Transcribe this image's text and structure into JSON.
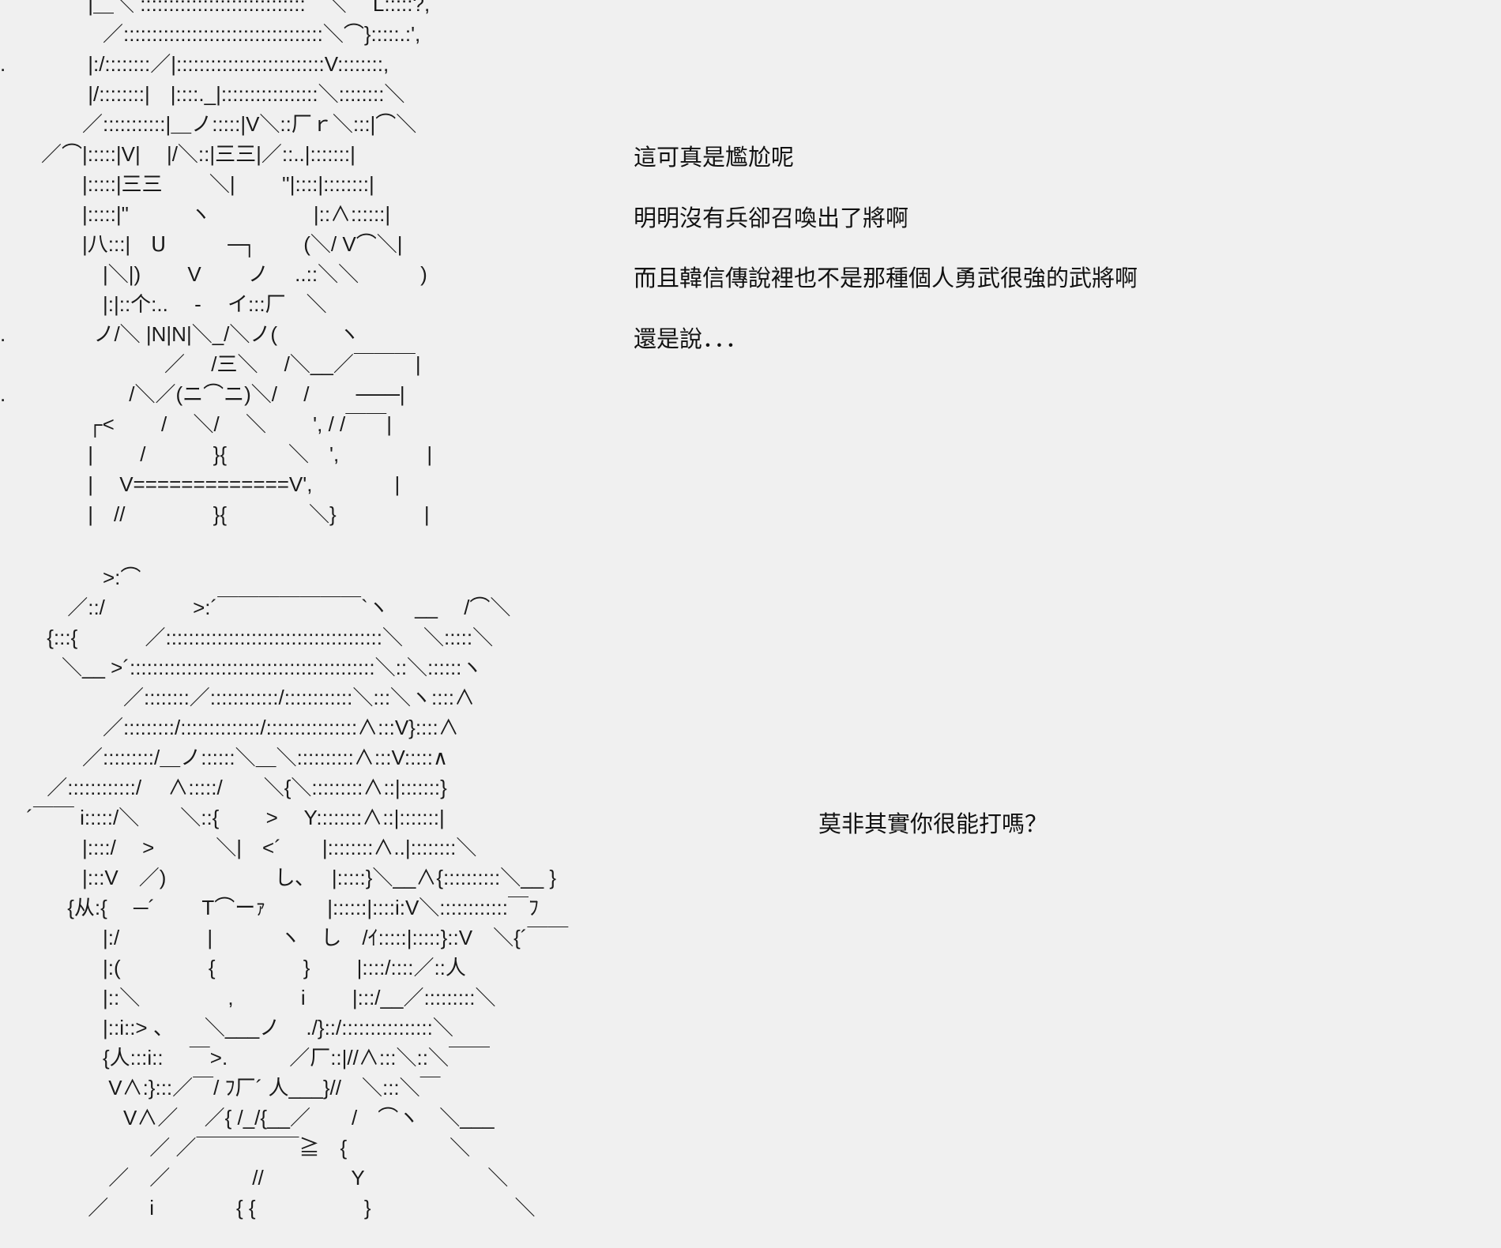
{
  "art1": {
    "lines": [
      "　　　　 |＿＼ :::::::::::::::::::::::::::::　＼　 L:::::?,",
      "　　　　　／:::::::::::::::::::::::::::::::::::＼⌒}:::::.:',",
      ".　　　　|:/::::::::／|::::::::::::::::::::::::::V::::::::,",
      "　　　　 |/::::::::|　|::::._|:::::::::::::::::＼::::::::＼",
      "　　　　／:::::::::::|＿ノ:::::|V＼::厂ｒ＼:::|⌒＼",
      "　　／⌒|:::::|V|　 |/＼::|三三|／::..|:::::::|",
      "　　　　|:::::|三三　　 ＼|　　 ''|::::|::::::::|",
      "　　　　|:::::|\"　　　ヽ　　　　　|::∧::::::|",
      "　　　　|八:::|　ᑌ　　　─┐　　 (＼/ V⌒＼|",
      "　　　　　|＼|)　　 V　　 ノ　 ..::＼＼　　　)",
      "　　　　　|:|::个:..　 -　 イ:::厂　＼",
      ".　　　　 ノ/＼ |N|N|＼_/＼ノ(　　　ヽ",
      "　　　　　　　　／　 /三＼　 /＼__／￣￣￣|",
      ".　　　　　　/＼／(ニ⌒ニ)＼/　 /　　 ───|",
      "　　　　 ┌<　　 /　 ＼/　 ＼　　 ', / /￣￣|",
      "　　　　 |　　 /　　　 }{　　　＼　',　　　　 |",
      "　　　　 |　 V=============V',　　　　|",
      "　　　　 |　//　　　　 }{　　　　＼}　　　　 |"
    ]
  },
  "art2": {
    "lines": [
      "　　　　　>:⌒",
      "　　　 ／::/　　　　 >:´￣￣￣￣￣￣￣`ヽ　 __　 /⌒＼",
      "　　 {:::{　　　 ／::::::::::::::::::::::::::::::::::::::＼　＼:::::＼",
      "　　　＼__ >´:::::::::::::::::::::::::::::::::::::::::::＼::＼::::::ヽ",
      "　　　　　　／::::::::／::::::::::::/::::::::::::＼:::＼ヽ::::∧",
      "　　　　　／:::::::::/::::::::::::::/::::::::::::::::∧:::V}::::∧",
      "　　　　／:::::::::/＿ノ::::::＼＿＼::::::::::∧:::V:::::∧",
      "　　 ／::::::::::::/　 ∧:::::/　　＼{＼:::::::::∧::|:::::::}",
      "　 ´￣￣ i:::::/＼　　＼::{　　 >　 Y::::::::∧::|:::::::|",
      "　　　　|::::/　 >　　　＼|　<´　　|::::::::∧..|::::::::＼",
      "　　　　|:::V　／)　　　　　 し､　 |:::::}＼__∧{::::::::::＼__ }",
      "　　　 {从:{　 ─´　　 T⌒ーｧ　　　|::::::|::::i:V＼::::::::::::￣ﾌ",
      "　　　　　|:/　　　　 |　　　 ヽ　し　/ｲ:::::|:::::}::V　＼{´￣￣",
      "　　　　　|:(　　　　 {　　　　 }　　 |::::/::::／::人",
      "　　　　　|::＼　　　　 ,　　　 i　　 |:::/__／:::::::::＼",
      "　　　　　|::i::> 、　　＼___ノ　 ./}::/::::::::::::::::＼",
      "　　　　　{人:::i::　 ￣>.　　　／厂::|//∧:::＼::＼￣￣",
      "　　　　　 V∧:}:::／￣/ ﾌ厂´ 人___}//　＼:::＼￣",
      "　　　　　　V∧／　 ／{ /_/{__／　　/　⌒ヽ　＼___",
      "　　　　　　　 ／ ／￣￣￣￣￣≧　{　　　　　＼",
      "　　　　　 ／　／　　　　//　　　　 Y　　　　　　＼",
      "　　　　 ／　　i　　　　{ {　　　　　 }　　　　　　　＼"
    ]
  },
  "dialogue1": [
    "這可真是尷尬呢",
    "明明沒有兵卻召喚出了將啊",
    "而且韓信傳說裡也不是那種個人勇武很強的武將啊",
    "還是說．．．"
  ],
  "dialogue2": "莫非其實你很能打嗎？"
}
